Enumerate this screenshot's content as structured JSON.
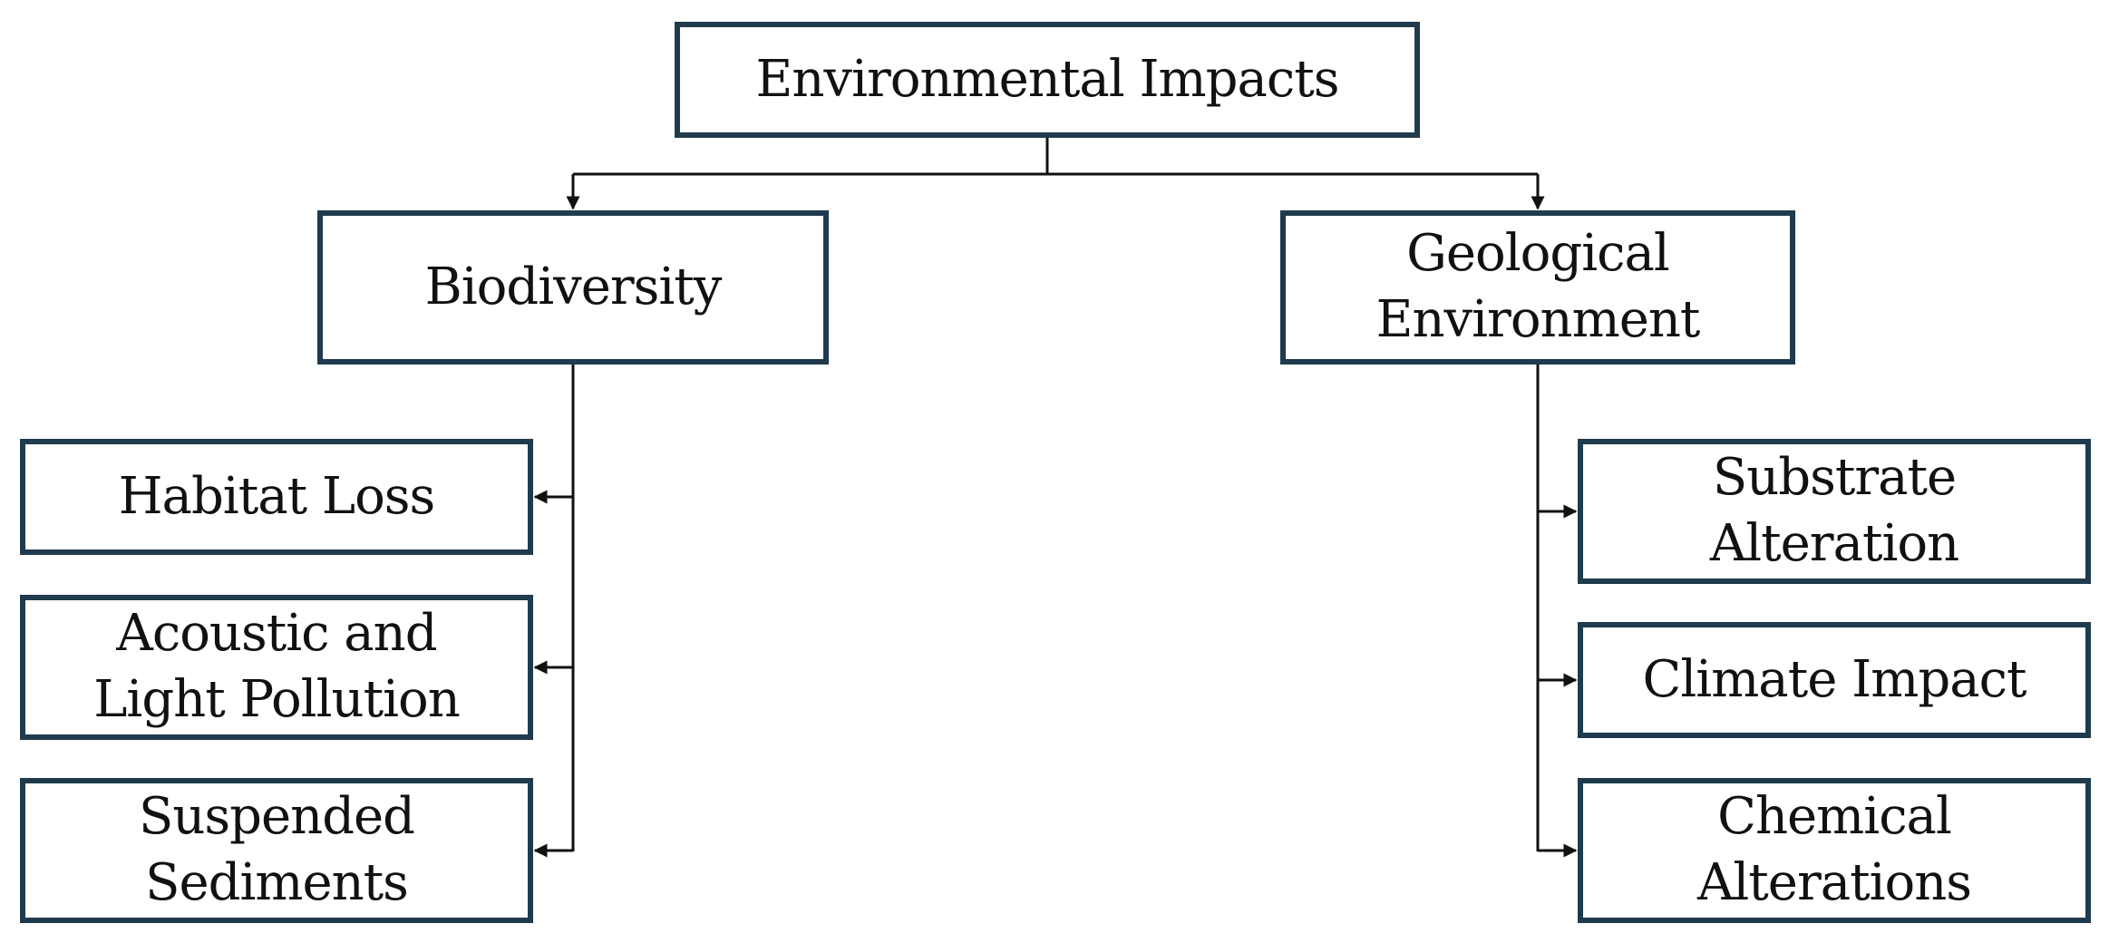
{
  "diagram": {
    "root": {
      "label": "Environmental Impacts"
    },
    "branches": [
      {
        "label": "Biodiversity",
        "children": [
          "Habitat Loss",
          "Acoustic and\nLight Pollution",
          "Suspended\nSediments"
        ]
      },
      {
        "label": "Geological\nEnvironment",
        "children": [
          "Substrate\nAlteration",
          "Climate Impact",
          "Chemical\nAlterations"
        ]
      }
    ],
    "colors": {
      "box_border": "#1f3b4d",
      "connector": "#111111",
      "text": "#111111",
      "background": "#ffffff"
    }
  }
}
